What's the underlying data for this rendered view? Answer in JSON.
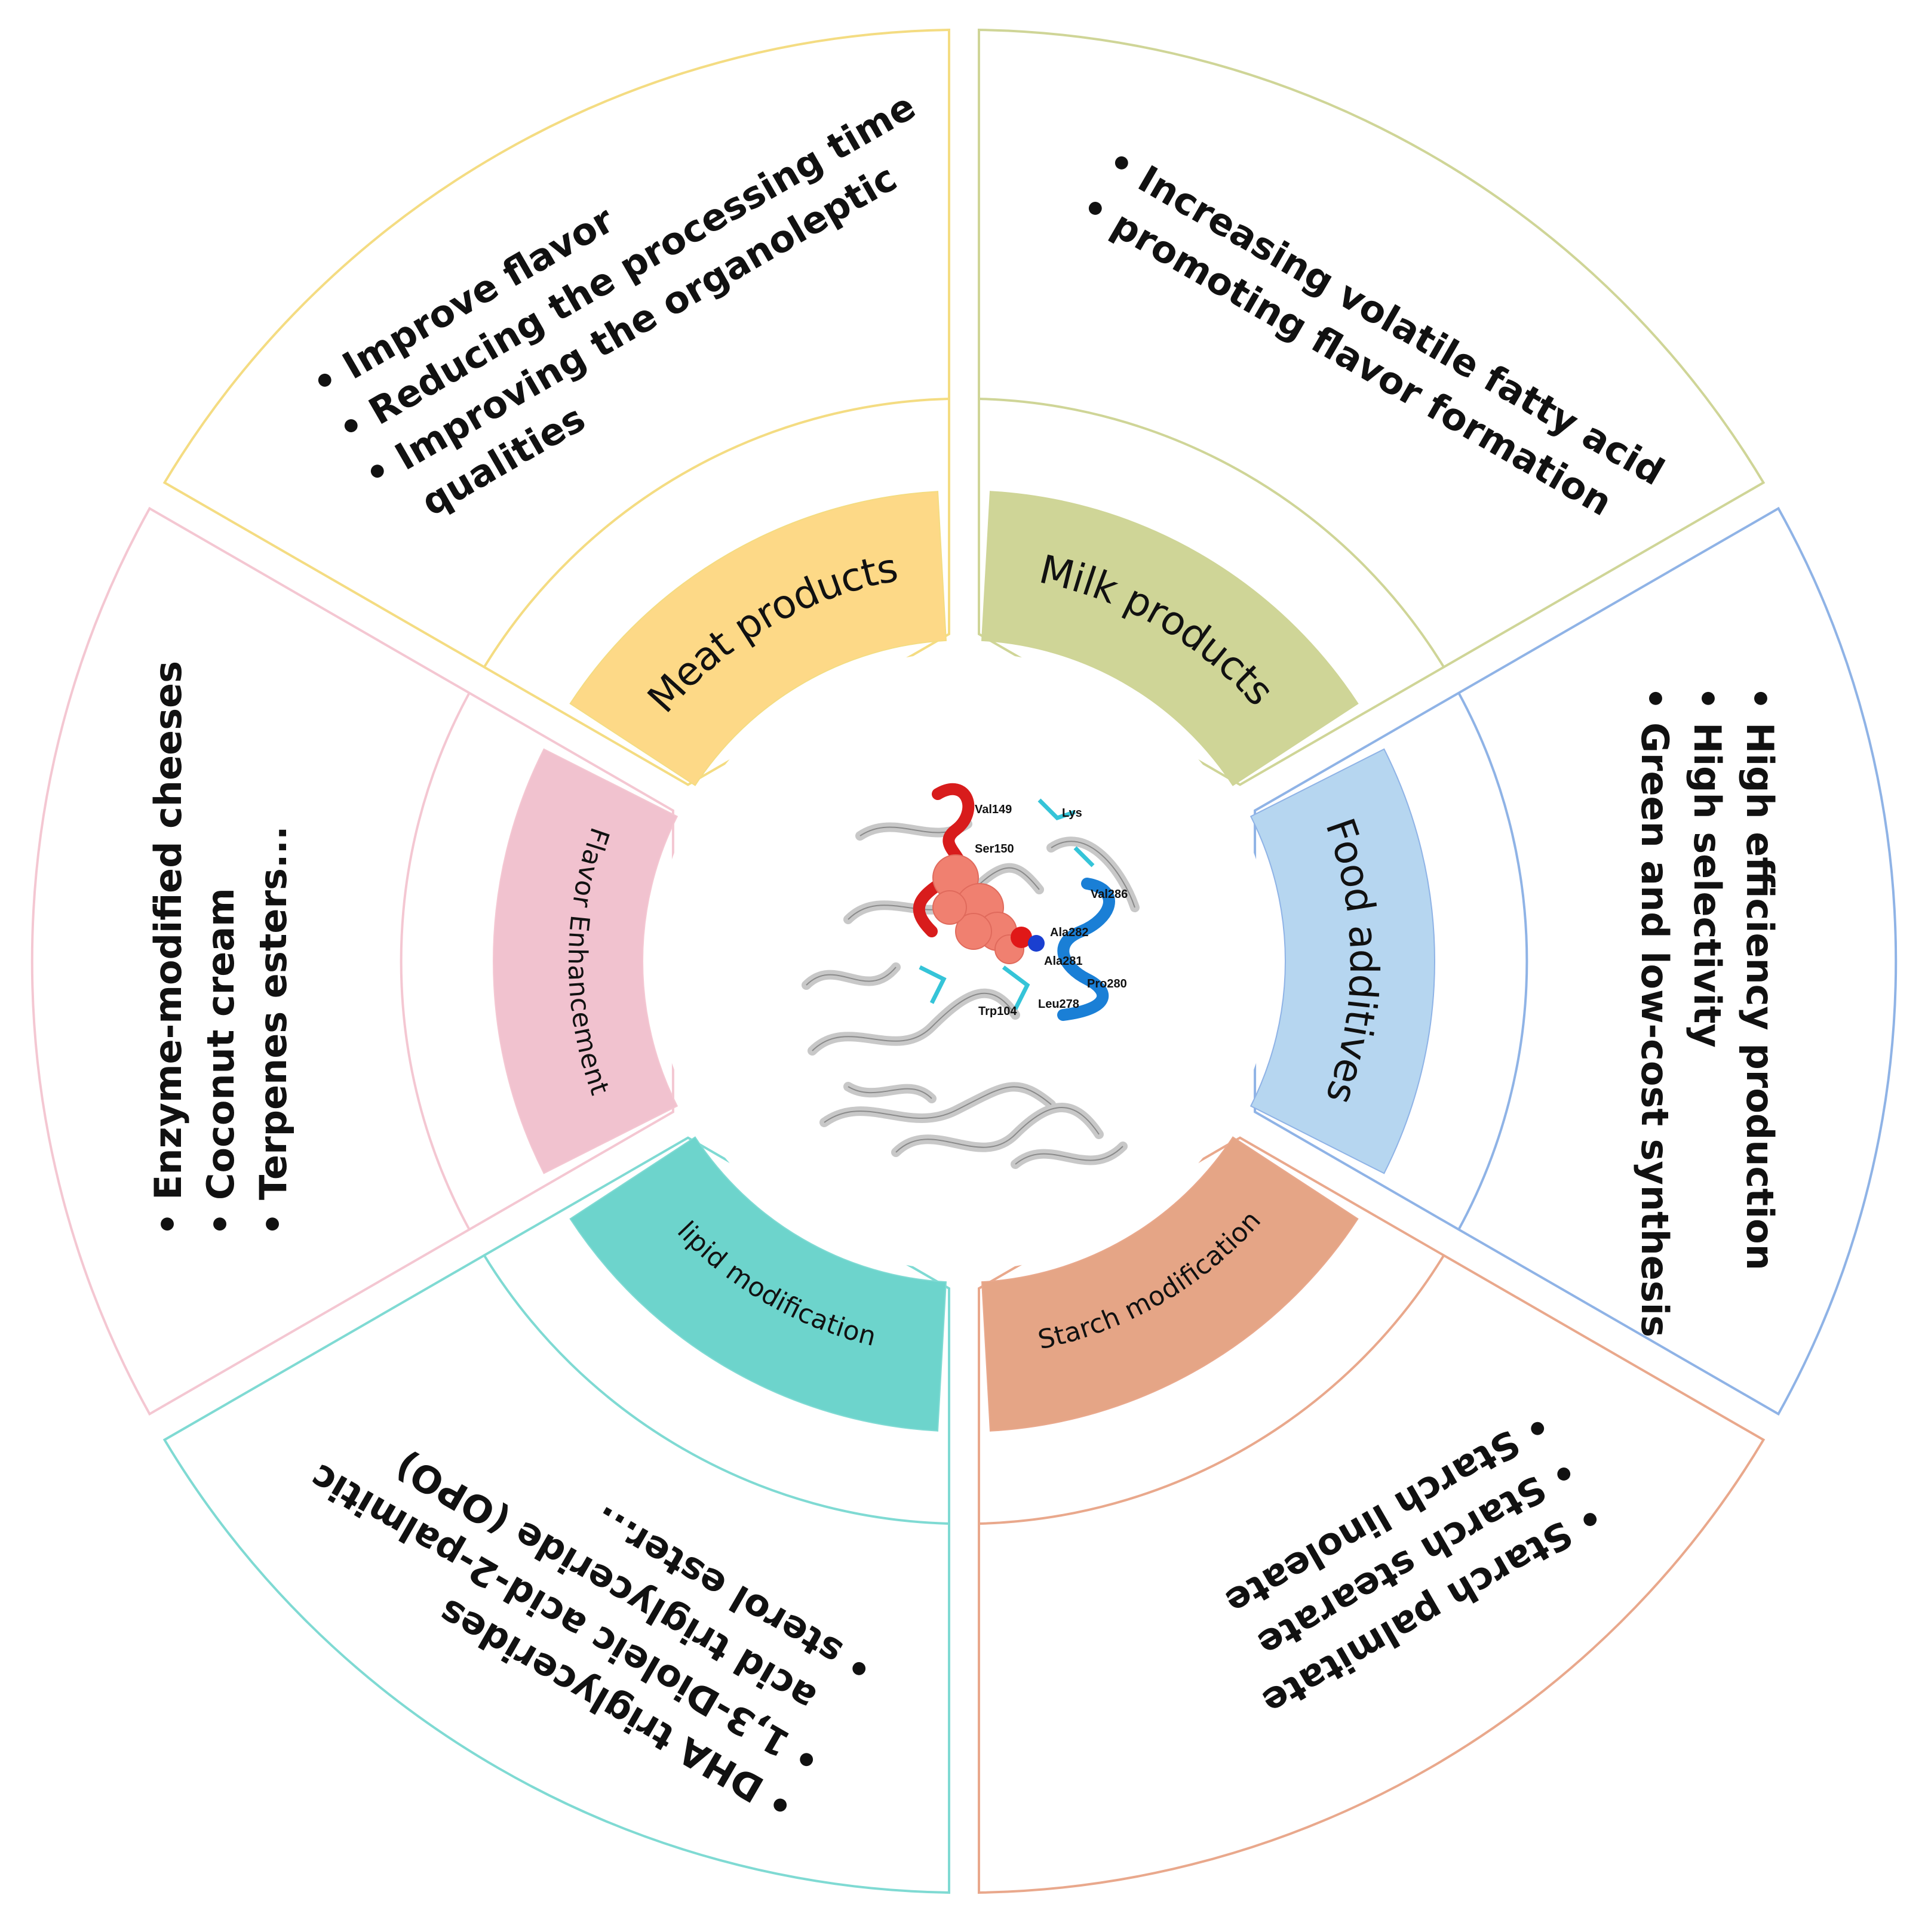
{
  "wheel": {
    "segments": [
      {
        "id": "meat",
        "label": "Meat products",
        "color": "#fdd987",
        "outline": "#f4dc82",
        "bullets": [
          "Improve flavor",
          "Reducing the processing time",
          "Improving the organoleptic",
          "qualities"
        ],
        "bullet_flags": [
          true,
          true,
          true,
          false
        ]
      },
      {
        "id": "milk",
        "label": "Milk products",
        "color": "#cfd597",
        "outline": "#cfd597",
        "bullets": [
          "Increasing volatile fatty acid",
          "promoting flavor formation"
        ],
        "bullet_flags": [
          true,
          true
        ]
      },
      {
        "id": "food-additives",
        "label": "Food additives",
        "color": "#b6d6f0",
        "outline": "#8fb3e6",
        "bullets": [
          "High efficiency production",
          "High selectivity",
          "Green and low-cost synthesis"
        ],
        "bullet_flags": [
          true,
          true,
          true
        ]
      },
      {
        "id": "starch",
        "label": "Starch modification",
        "color": "#e5a586",
        "outline": "#e9a88c",
        "bullets": [
          "Starch palmitate",
          "Starch stearate",
          "Starch linoleate"
        ],
        "bullet_flags": [
          true,
          true,
          true
        ]
      },
      {
        "id": "lipid",
        "label": "lipid modification",
        "color": "#6dd4cc",
        "outline": "#7fdad3",
        "bullets": [
          "DHA triglycerides",
          "1,3-Dioleic acid-2-palmitic",
          "acid triglyceride (OPO)",
          "sterol ester..."
        ],
        "bullet_flags": [
          true,
          true,
          false,
          true
        ]
      },
      {
        "id": "flavor",
        "label": "Flavor Enhancement",
        "color": "#f1c2cf",
        "outline": "#f4c7d2",
        "bullets": [
          "Enzyme-modified cheeses",
          "Coconut cream",
          "Terpenes esters..."
        ],
        "bullet_flags": [
          true,
          true,
          true
        ]
      }
    ],
    "bullet_glyph": "•"
  },
  "center": {
    "residue_labels": [
      "Val149",
      "Lys",
      "Ser150",
      "Val286",
      "Ala282",
      "Ala281",
      "Pro280",
      "Trp104",
      "Leu278"
    ]
  }
}
